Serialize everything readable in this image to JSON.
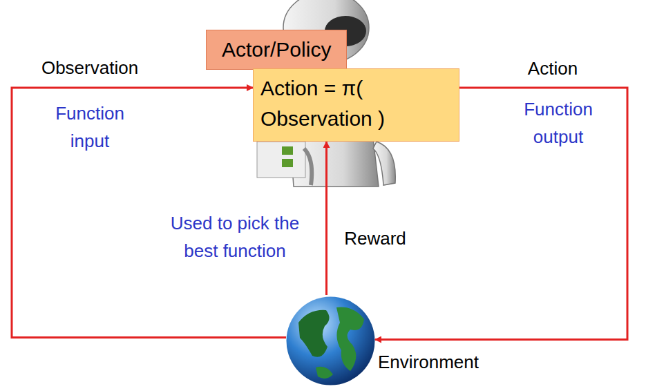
{
  "diagram": {
    "nodes": [
      {
        "text": [
          "Actor/Policy"
        ]
      },
      {
        "text": [
          "Action = π( Observation )"
        ]
      },
      {
        "text": [
          "Environment"
        ]
      }
    ],
    "edges": [
      {
        "from": 2,
        "to": 1,
        "arrow": "to"
      },
      {
        "from": 1,
        "to": 2,
        "arrow": "to"
      },
      {
        "from": 2,
        "to": 1,
        "arrow": "to"
      }
    ],
    "labels": [
      "Observation",
      "Function input",
      "Action",
      "Function output",
      "Used to pick the best function",
      "Reward"
    ]
  }
}
